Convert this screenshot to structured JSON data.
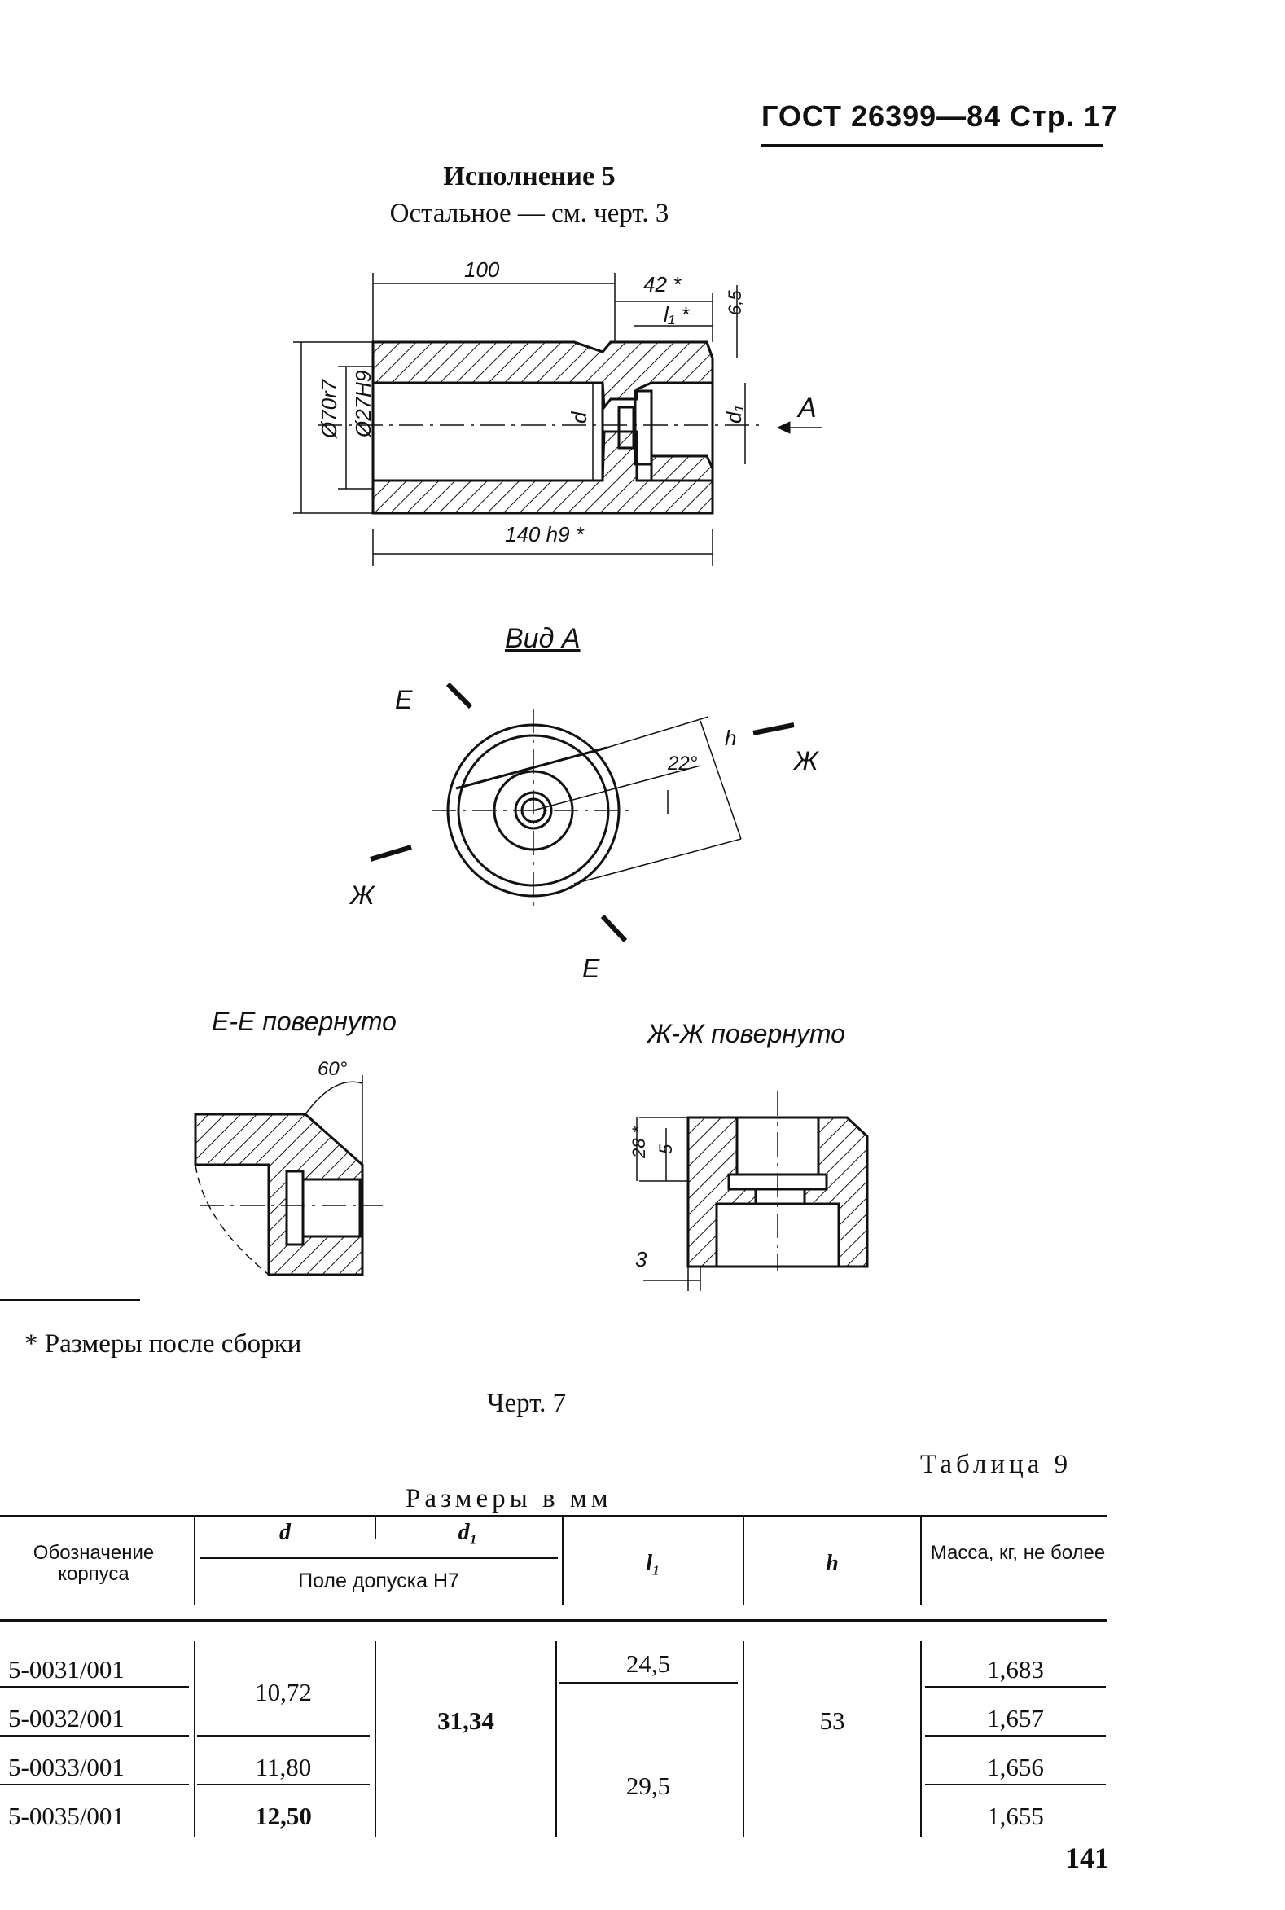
{
  "header": {
    "text": "ГОСТ 26399—84 Стр. 17"
  },
  "title": {
    "main": "Исполнение 5",
    "sub": "Остальное — см. черт. 3"
  },
  "drawing": {
    "main_dims": {
      "len_100": "100",
      "len_42": "42 *",
      "l1": "l₁ *",
      "h_65": "6,5",
      "dia_70": "Ø70r7",
      "dia_27": "Ø27H9",
      "d": "d",
      "d1": "d₁",
      "len_140": "140 h9 *",
      "view_arrow": "A"
    },
    "view_a": {
      "title": "Вид А",
      "sec_e": "Е",
      "sec_zh": "Ж",
      "angle": "22°",
      "h": "h"
    },
    "section_ee": {
      "title": "Е-Е повернуто",
      "angle": "60°"
    },
    "section_zhzh": {
      "title": "Ж-Ж повернуто",
      "dim_28": "28 *",
      "dim_5": "5",
      "dim_3": "3"
    }
  },
  "footnote": "* Размеры после сборки",
  "figure_caption": "Черт. 7",
  "table_label": "Таблица 9",
  "units": "Размеры в мм",
  "table": {
    "headers": {
      "designation": "Обозначение корпуса",
      "d": "d",
      "d1": "d₁",
      "tolerance": "Поле допуска Н7",
      "l1": "l₁",
      "h": "h",
      "mass": "Масса, кг, не более"
    },
    "rows": [
      {
        "designation": "5-0031/001",
        "mass": "1,683"
      },
      {
        "designation": "5-0032/001",
        "mass": "1,657"
      },
      {
        "designation": "5-0033/001",
        "mass": "1,656"
      },
      {
        "designation": "5-0035/001",
        "mass": "1,655"
      }
    ],
    "d_values": [
      "10,72",
      "11,80",
      "12,50"
    ],
    "d1_value": "31,34",
    "l1_values": [
      "24,5",
      "29,5"
    ],
    "h_value": "53"
  },
  "page_number": "141"
}
